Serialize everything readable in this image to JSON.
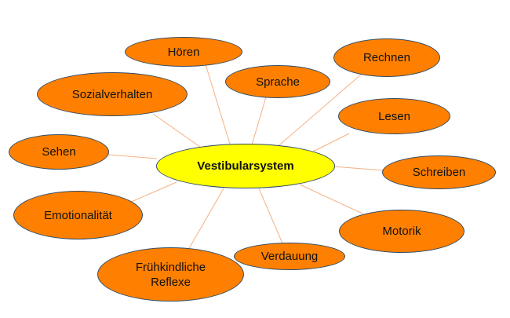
{
  "diagram": {
    "center": "Vestibularsystem",
    "nodes": [
      {
        "id": "hoeren",
        "label": "Hören"
      },
      {
        "id": "sprache",
        "label": "Sprache"
      },
      {
        "id": "rechnen",
        "label": "Rechnen"
      },
      {
        "id": "sozialverhalten",
        "label": "Sozialverhalten"
      },
      {
        "id": "lesen",
        "label": "Lesen"
      },
      {
        "id": "sehen",
        "label": "Sehen"
      },
      {
        "id": "schreiben",
        "label": "Schreiben"
      },
      {
        "id": "emotionalitaet",
        "label": "Emotionalität"
      },
      {
        "id": "motorik",
        "label": "Motorik"
      },
      {
        "id": "verdauung",
        "label": "Verdauung"
      },
      {
        "id": "fruehkindliche-reflexe",
        "label": "Frühkindliche\nReflexe"
      }
    ],
    "colors": {
      "center_fill": "#ffff00",
      "node_fill": "#ff8000",
      "outline": "#2f4b66",
      "connector": "#f4b183"
    }
  }
}
